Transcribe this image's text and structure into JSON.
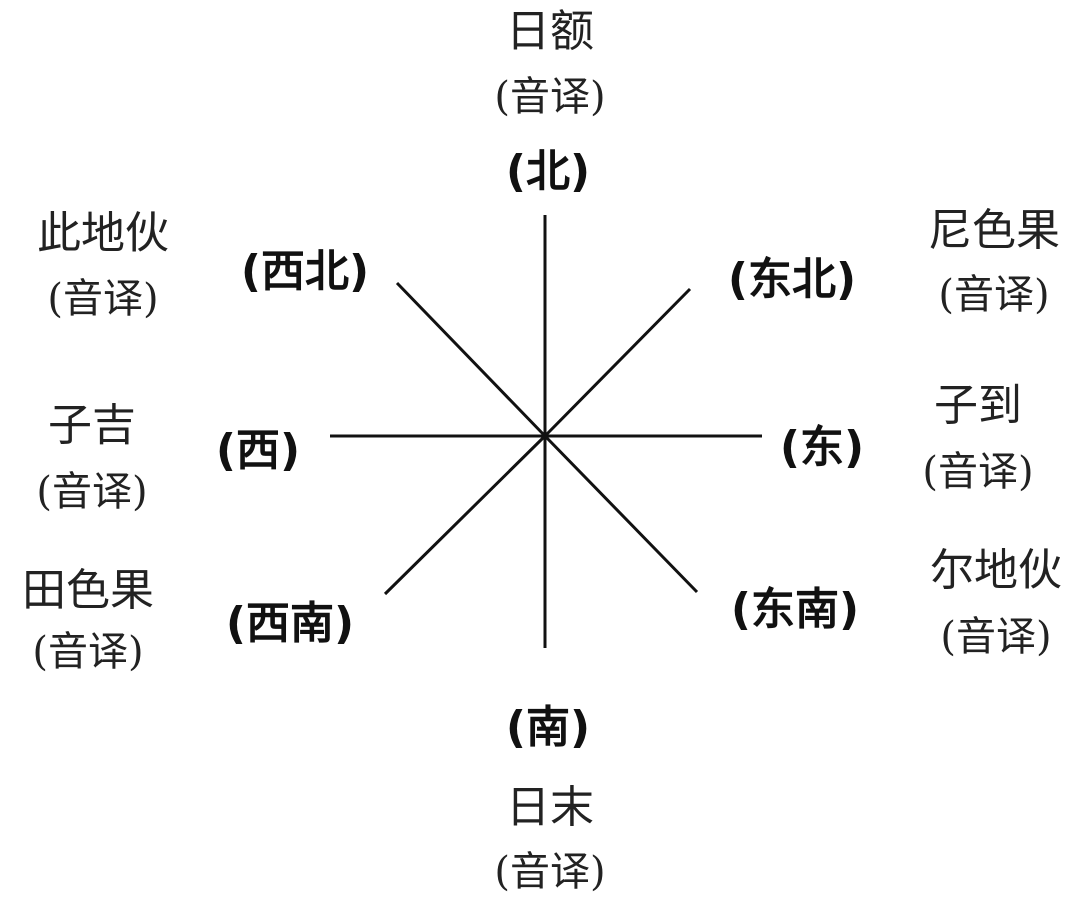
{
  "directions": {
    "north": {
      "label": "(北)",
      "name": "日额",
      "note": "(音译)"
    },
    "northeast": {
      "label": "(东北)",
      "name": "尼色果",
      "note": "(音译)"
    },
    "east": {
      "label": "(东)",
      "name": "子到",
      "note": "(音译)"
    },
    "southeast": {
      "label": "(东南)",
      "name": "尔地伙",
      "note": "(音译)"
    },
    "south": {
      "label": "(南)",
      "name": "日末",
      "note": "(音译)"
    },
    "southwest": {
      "label": "(西南)",
      "name": "田色果",
      "note": "(音译)"
    },
    "west": {
      "label": "(西)",
      "name": "子吉",
      "note": "(音译)"
    },
    "northwest": {
      "label": "(西北)",
      "name": "此地伙",
      "note": "(音译)"
    }
  },
  "colors": {
    "line": "#111111",
    "text": "#111111",
    "background": "#ffffff"
  }
}
